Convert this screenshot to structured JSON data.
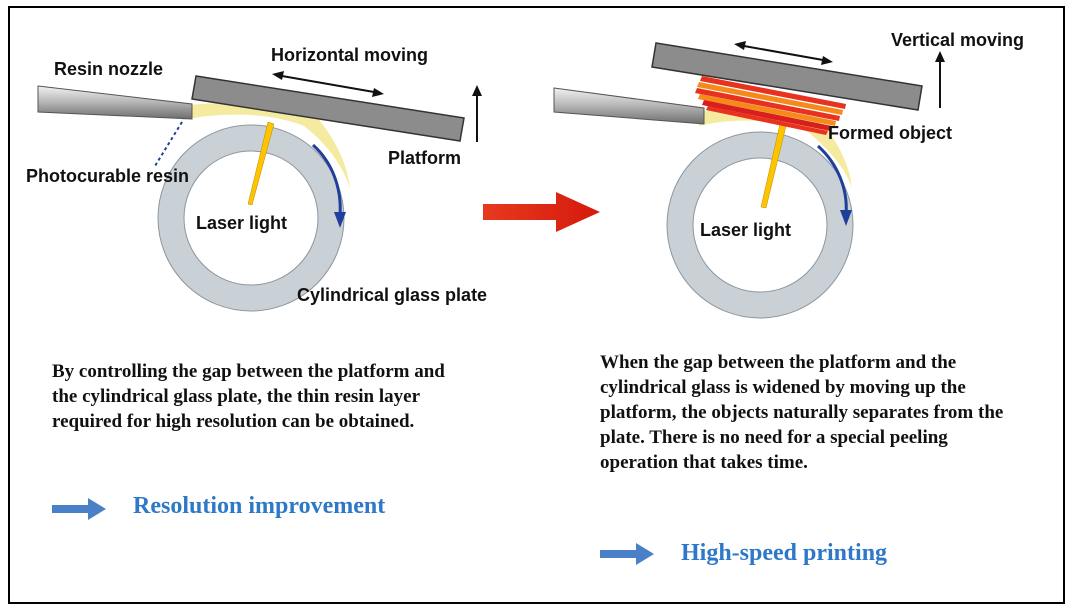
{
  "left_panel": {
    "labels": {
      "resin_nozzle": "Resin nozzle",
      "horizontal_moving": "Horizontal moving",
      "platform": "Platform",
      "photocurable_resin": "Photocurable resin",
      "laser_light": "Laser light",
      "cylindrical_glass_plate": "Cylindrical glass plate"
    },
    "description": "By controlling the gap between the platform and the cylindrical glass plate, the thin resin layer required for high resolution can be obtained.",
    "result": "Resolution improvement"
  },
  "right_panel": {
    "labels": {
      "vertical_moving": "Vertical moving",
      "formed_object": "Formed object",
      "laser_light": "Laser light"
    },
    "description": "When the gap between the platform and the cylindrical glass is widened by moving up the platform, the objects naturally separates from the plate. There is no need for a special peeling operation that takes time.",
    "result": "High-speed printing"
  },
  "colors": {
    "platform": "#8c8c8c",
    "glass_ring": "#c9d0d6",
    "resin": "#f5eba0",
    "laser": "#ffc400",
    "rotation_arrow": "#1f3f9a",
    "transition_arrow": "#e02010",
    "result_arrow": "#4a80c8",
    "result_text": "#2e78c8",
    "formed_layers": [
      "#e8311f",
      "#f58a1a",
      "#d91e1e"
    ]
  }
}
